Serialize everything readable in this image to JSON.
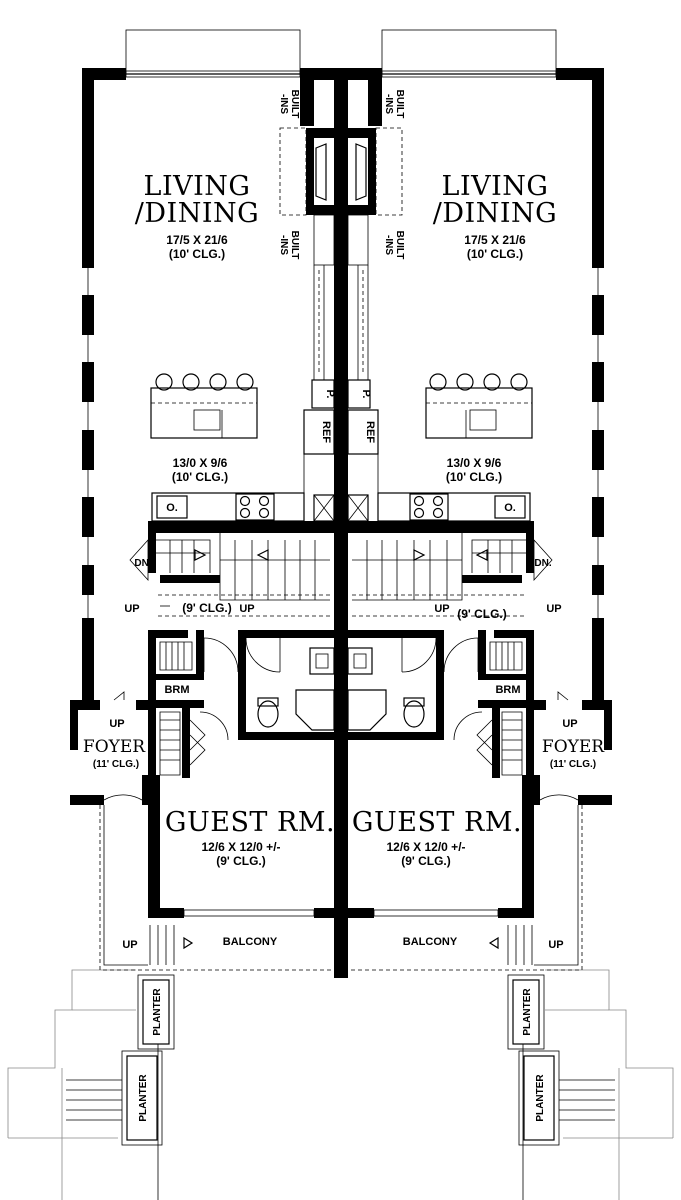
{
  "units": [
    {
      "living": {
        "title_line1": "LIVING",
        "title_line2": "/DINING",
        "size": "17/5 X 21/6",
        "ceiling": "(10' CLG.)"
      },
      "builtins_top": "BUILT\n-INS",
      "builtins_bottom": "BUILT\n-INS",
      "pantry": "P.",
      "ref": "REF",
      "kitchen": {
        "size": "13/0 X 9/6",
        "ceiling": "(10' CLG.)"
      },
      "oven": "O.",
      "down": "DN.",
      "up_stair": "UP",
      "up_hall": "UP",
      "hall_ceiling": "(9' CLG.)",
      "brm": "BRM",
      "foyer": {
        "up": "UP",
        "title": "FOYER",
        "ceiling": "(11' CLG.)"
      },
      "guest": {
        "title": "GUEST RM.",
        "size": "12/6 X 12/0 +/-",
        "ceiling": "(9' CLG.)"
      },
      "balcony": "BALCONY",
      "balcony_up": "UP",
      "planter_upper": "PLANTER",
      "planter_lower": "PLANTER"
    },
    {
      "living": {
        "title_line1": "LIVING",
        "title_line2": "/DINING",
        "size": "17/5 X 21/6",
        "ceiling": "(10' CLG.)"
      },
      "builtins_top": "BUILT\n-INS",
      "builtins_bottom": "BUILT\n-INS",
      "pantry": "P.",
      "ref": "REF",
      "kitchen": {
        "size": "13/0 X 9/6",
        "ceiling": "(10' CLG.)"
      },
      "oven": "O.",
      "down": "DN.",
      "up_stair": "UP",
      "up_hall": "UP",
      "hall_ceiling": "(9' CLG.)",
      "brm": "BRM",
      "foyer": {
        "up": "UP",
        "title": "FOYER",
        "ceiling": "(11' CLG.)"
      },
      "guest": {
        "title": "GUEST RM.",
        "size": "12/6 X 12/0 +/-",
        "ceiling": "(9' CLG.)"
      },
      "balcony": "BALCONY",
      "balcony_up": "UP",
      "planter_upper": "PLANTER",
      "planter_lower": "PLANTER"
    }
  ]
}
